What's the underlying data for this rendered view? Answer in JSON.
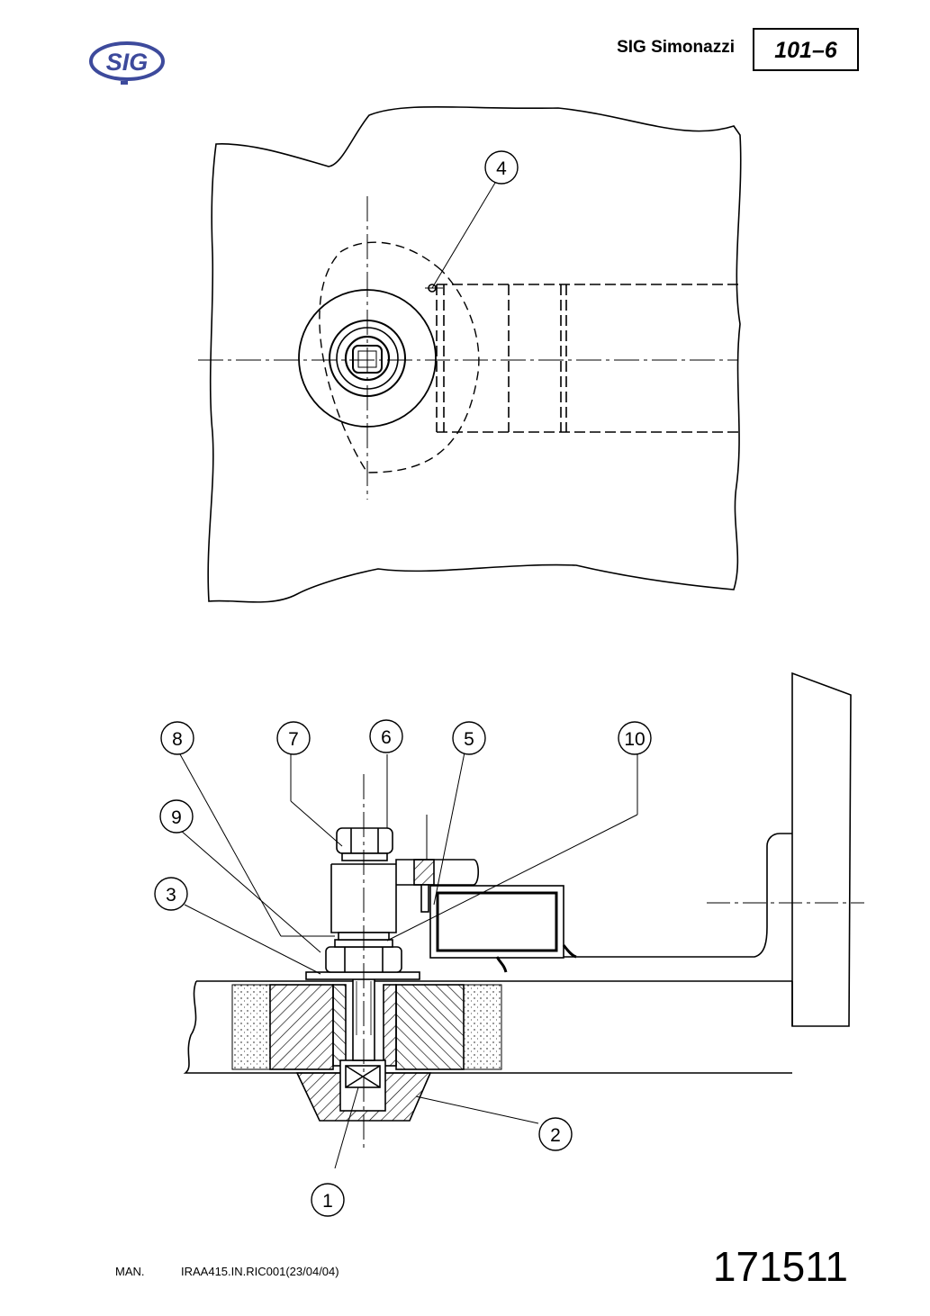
{
  "header": {
    "logo_text": "SIG",
    "company": "SIG Simonazzi",
    "page_ref": "101–6"
  },
  "callouts": [
    "1",
    "2",
    "3",
    "4",
    "5",
    "6",
    "7",
    "8",
    "9",
    "10"
  ],
  "footer": {
    "man": "MAN.",
    "ref": "IRAA415.IN.RIC001(23/04/04)",
    "number": "171511"
  },
  "colors": {
    "logo": "#3d4a9c",
    "line": "#000000"
  }
}
